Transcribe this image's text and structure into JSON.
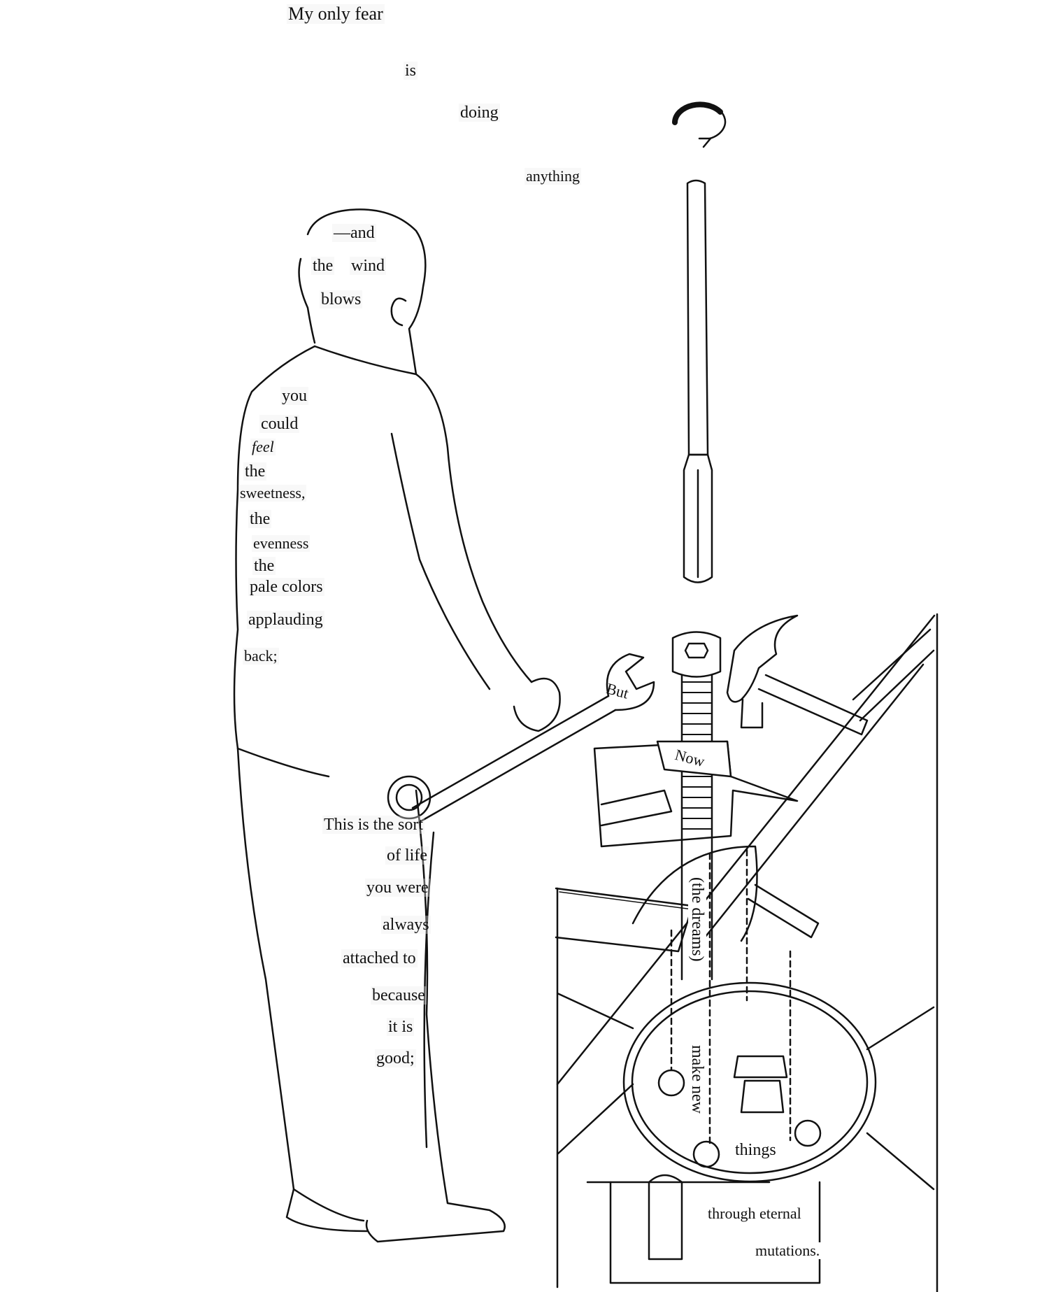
{
  "poem": {
    "lines": [
      "My only fear",
      "is",
      "doing",
      "anything",
      "—and",
      "the",
      "wind",
      "blows",
      "you",
      "could",
      "feel",
      "the",
      "sweetness,",
      "the",
      "evenness",
      "the",
      "pale colors",
      "applauding",
      "back;",
      "But",
      "Now",
      "This is the sort",
      "of life",
      "you were",
      "always",
      "attached to",
      "because",
      "it is",
      "good;",
      "(the dreams)",
      "make new",
      "things",
      "through eternal",
      "mutations."
    ]
  },
  "colors": {
    "ink": "#111111",
    "paper": "#ffffff"
  }
}
